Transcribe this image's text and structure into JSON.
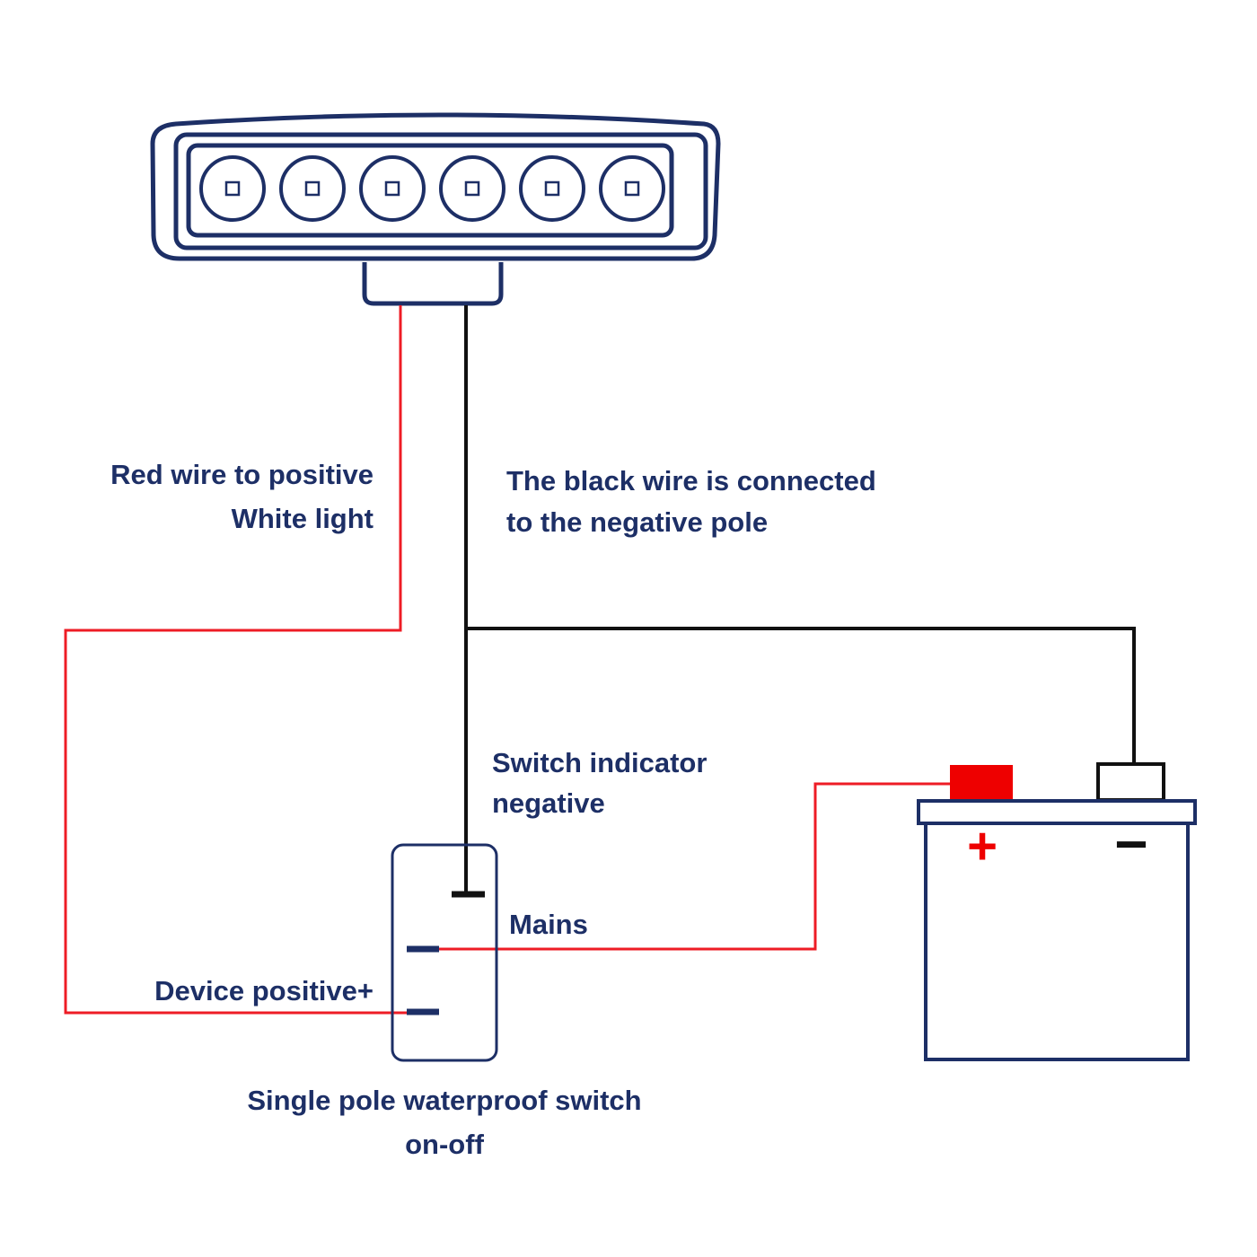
{
  "colors": {
    "outline": "#1d2f66",
    "red_wire": "#ee1c25",
    "black_wire": "#111111",
    "text": "#1d2f66",
    "positive_terminal": "#ee0000"
  },
  "light_bar": {
    "led_count": 6
  },
  "labels": {
    "red_wire": {
      "line1": "Red wire to positive",
      "line2": "White light"
    },
    "black_wire": {
      "line1": "The black wire is connected",
      "line2": "to the negative pole"
    },
    "switch_indicator": {
      "line1": "Switch indicator",
      "line2": "negative"
    },
    "mains": "Mains",
    "device_positive": "Device positive+",
    "switch_caption": {
      "line1": "Single pole waterproof switch",
      "line2": "on-off"
    }
  },
  "battery": {
    "positive_symbol": "+",
    "negative_symbol": "−"
  }
}
